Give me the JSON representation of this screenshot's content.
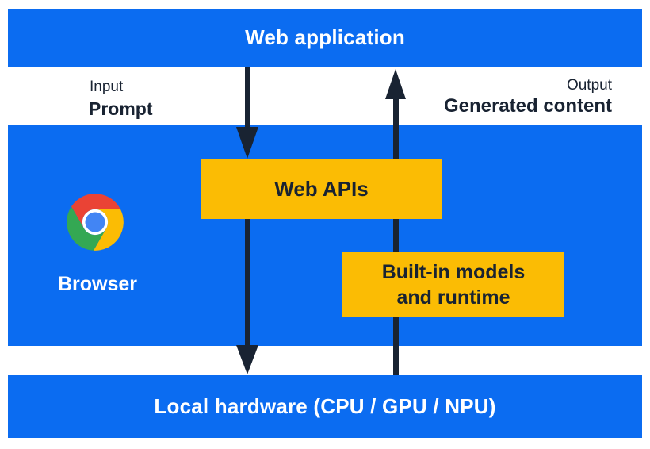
{
  "colors": {
    "blue": "#0b6cf1",
    "yellow": "#fbbc04",
    "navy": "#192332",
    "white": "#ffffff",
    "chrome_red": "#ea4335",
    "chrome_yellow": "#fbbc04",
    "chrome_green": "#34a853",
    "chrome_blue": "#4285f4"
  },
  "diagram": {
    "top_bar": {
      "label": "Web application"
    },
    "flow_labels": {
      "input_title": "Input",
      "input_value": "Prompt",
      "output_title": "Output",
      "output_value": "Generated content"
    },
    "browser_section": {
      "browser_label": "Browser",
      "web_apis_label": "Web APIs",
      "builtin_models_line1": "Built-in models",
      "builtin_models_line2": "and runtime"
    },
    "bottom_bar": {
      "label": "Local hardware (CPU / GPU / NPU)"
    },
    "icons": {
      "chrome": "chrome-browser-logo"
    },
    "arrows": [
      {
        "name": "input-flow",
        "direction": "down",
        "from": "Web application",
        "through": "Web APIs",
        "to": "Local hardware (CPU / GPU / NPU)"
      },
      {
        "name": "output-flow",
        "direction": "up",
        "from": "Local hardware (CPU / GPU / NPU)",
        "through": "Built-in models and runtime",
        "to": "Web application"
      }
    ]
  }
}
